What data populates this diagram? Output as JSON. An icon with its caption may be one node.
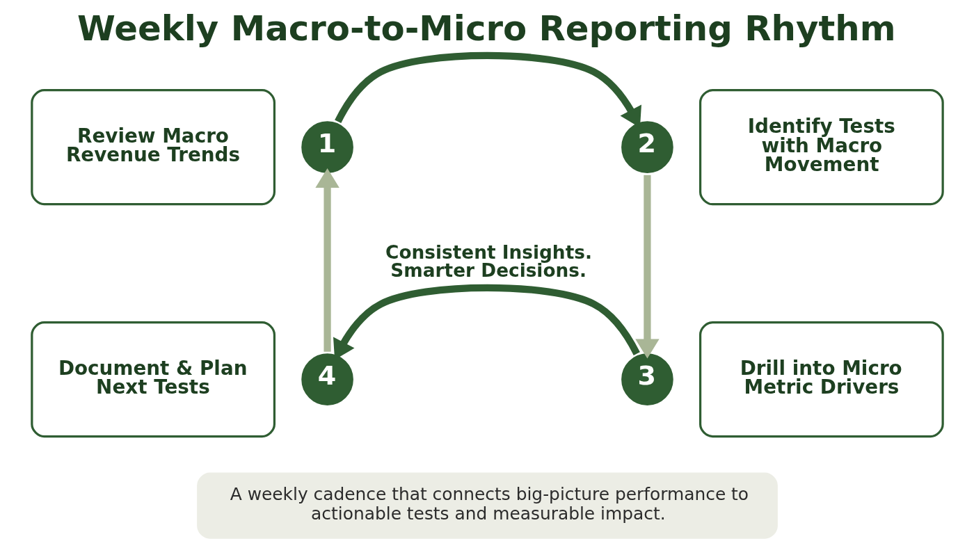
{
  "diagram": {
    "title": "Weekly Macro-to-Micro Reporting Rhythm",
    "nodes": [
      {
        "text": [
          "Review Macro Revenue Trends"
        ]
      },
      {
        "text": [
          "1"
        ]
      },
      {
        "text": [
          "2"
        ]
      },
      {
        "text": [
          "Identify Tests with Macro Movement"
        ]
      },
      {
        "text": [
          "Document & Plan Next Tests"
        ]
      },
      {
        "text": [
          "4"
        ]
      },
      {
        "text": [
          "3"
        ]
      },
      {
        "text": [
          "Drill into Micro Metric Drivers"
        ]
      },
      {
        "text": [
          "A weekly cadence that connects big-picture performance to actionable tests and measurable impact."
        ]
      }
    ],
    "edges": [
      {
        "from": 1,
        "to": 2,
        "arrow": "to",
        "color": "#2f5d32"
      },
      {
        "from": 2,
        "to": 6,
        "arrow": "to",
        "color": "#a9b696"
      },
      {
        "from": 6,
        "to": 5,
        "arrow": "to",
        "color": "#2f5d32"
      },
      {
        "from": 5,
        "to": 1,
        "arrow": "to",
        "color": "#a9b696"
      }
    ],
    "labels": [
      "Consistent Insights. Smarter Decisions."
    ]
  }
}
